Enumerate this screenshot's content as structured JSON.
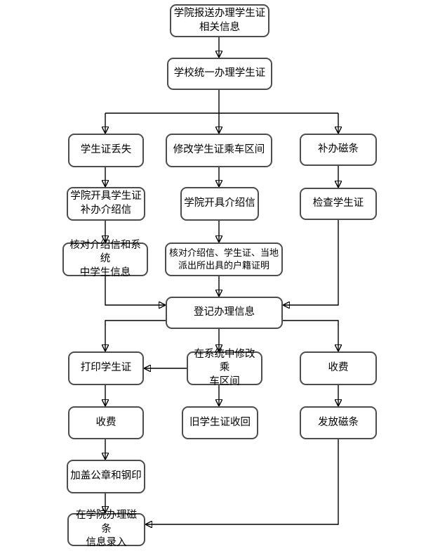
{
  "diagram": {
    "type": "flowchart",
    "background_color": "#ffffff",
    "node_fill_color": "#ffffff",
    "node_border_color": "#4d4d4d",
    "connector_color": "#000000",
    "nodes": {
      "report_info": "学院报送办理学生证\n相关信息",
      "school_unified": "学校统一办理学生证",
      "card_lost": "学生证丢失",
      "modify_interval": "修改学生证乘车区间",
      "replace_magstripe": "补办磁条",
      "college_letter_lost": "学院开具学生证\n补办介绍信",
      "college_letter": "学院开具介绍信",
      "check_card": "检查学生证",
      "verify_letter_system": "核对介绍信和系统\n中学生信息",
      "verify_letter_card": "核对介绍信、学生证、当地\n派出所出具的户籍证明",
      "register_info": "登记办理信息",
      "print_card": "打印学生证",
      "modify_in_system": "在系统中修改乘\n车区间",
      "fee_right": "收费",
      "fee_left": "收费",
      "old_card_return": "旧学生证收回",
      "issue_magstripe": "发放磁条",
      "seal_stamp": "加盖公章和钢印",
      "record_magstripe": "在学院办理磁条\n信息录入"
    },
    "connections": [
      {
        "from": "report_info",
        "to": "school_unified"
      },
      {
        "from": "school_unified",
        "to": "card_lost"
      },
      {
        "from": "school_unified",
        "to": "modify_interval"
      },
      {
        "from": "school_unified",
        "to": "replace_magstripe"
      },
      {
        "from": "card_lost",
        "to": "college_letter_lost"
      },
      {
        "from": "modify_interval",
        "to": "college_letter"
      },
      {
        "from": "replace_magstripe",
        "to": "check_card"
      },
      {
        "from": "college_letter_lost",
        "to": "verify_letter_system"
      },
      {
        "from": "college_letter",
        "to": "verify_letter_card"
      },
      {
        "from": "verify_letter_system",
        "to": "register_info"
      },
      {
        "from": "verify_letter_card",
        "to": "register_info"
      },
      {
        "from": "check_card",
        "to": "register_info"
      },
      {
        "from": "register_info",
        "to": "print_card"
      },
      {
        "from": "register_info",
        "to": "modify_in_system"
      },
      {
        "from": "register_info",
        "to": "fee_right"
      },
      {
        "from": "modify_in_system",
        "to": "print_card"
      },
      {
        "from": "modify_in_system",
        "to": "old_card_return"
      },
      {
        "from": "print_card",
        "to": "fee_left"
      },
      {
        "from": "fee_left",
        "to": "seal_stamp"
      },
      {
        "from": "seal_stamp",
        "to": "record_magstripe"
      },
      {
        "from": "fee_right",
        "to": "issue_magstripe"
      },
      {
        "from": "issue_magstripe",
        "to": "record_magstripe"
      }
    ]
  }
}
